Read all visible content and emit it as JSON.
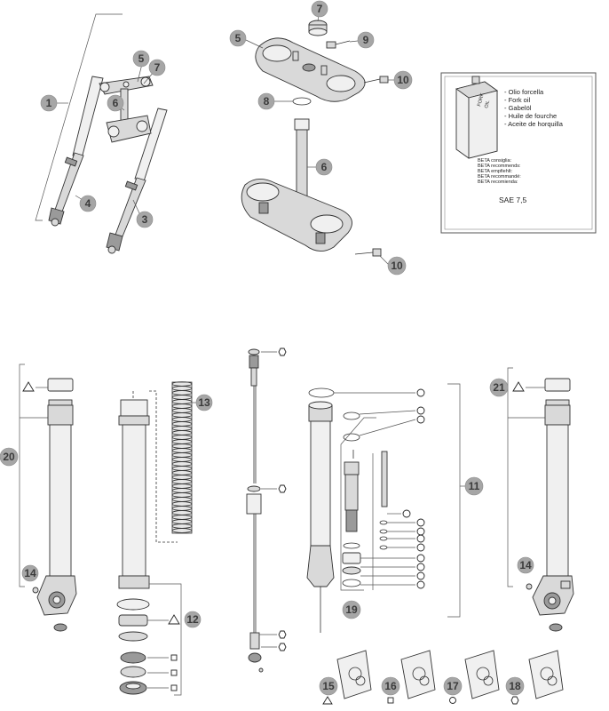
{
  "callouts": {
    "c1": "1",
    "c4": "4",
    "c5a": "5",
    "c7a": "7",
    "c6a": "6",
    "c3": "3",
    "c7b": "7",
    "c5b": "5",
    "c9": "9",
    "c10a": "10",
    "c8": "8",
    "c6b": "6",
    "c10b": "10",
    "c13": "13",
    "c20": "20",
    "c14a": "14",
    "c12": "12",
    "c11": "11",
    "c19": "19",
    "c21": "21",
    "c14b": "14",
    "c15": "15",
    "c16": "16",
    "c17": "17",
    "c18": "18"
  },
  "oil_box": {
    "can_label_1": "FORK",
    "can_label_2": "OIL",
    "names": [
      "- Olio forcella",
      "- Fork oil",
      "- Gabelöl",
      "- Huile de fourche",
      "- Aceite de horquilla"
    ],
    "recommend": [
      "BETA consiglia:",
      "BETA recommends:",
      "BETA empfiehlt:",
      "BETA recommandé:",
      "BETA recomienda:"
    ],
    "grade": "SAE 7,5"
  },
  "legend_symbols": {
    "triangle": "triangle-symbol",
    "square": "square-symbol",
    "circle": "circle-symbol",
    "hexagon": "hexagon-symbol"
  }
}
